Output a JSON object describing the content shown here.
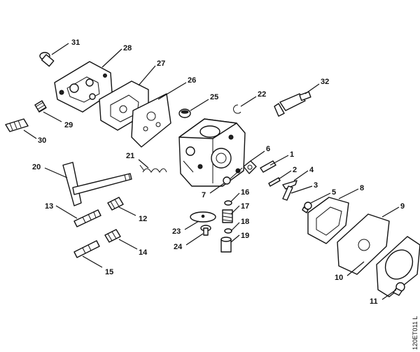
{
  "diagram": {
    "part_numbers": [
      "1",
      "2",
      "3",
      "4",
      "5",
      "6",
      "7",
      "8",
      "9",
      "10",
      "11",
      "12",
      "13",
      "14",
      "15",
      "16",
      "17",
      "18",
      "19",
      "20",
      "21",
      "22",
      "23",
      "24",
      "25",
      "26",
      "27",
      "28",
      "29",
      "30",
      "31",
      "32"
    ],
    "drawing_code": "120ET011 L"
  }
}
